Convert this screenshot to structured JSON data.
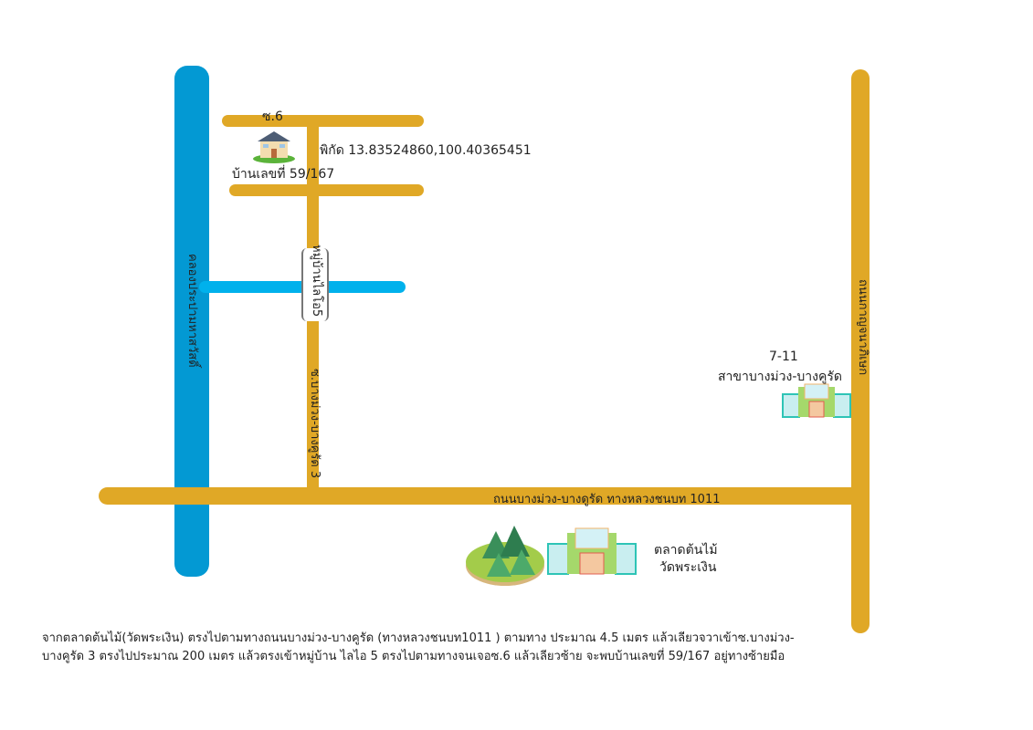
{
  "map": {
    "canal_label": "คลองประปามหาสวัสดิ์",
    "soi6_label": "ซ.6",
    "coordinates_label": "พิกัด 13.83524860,100.40365451",
    "house_label": "บ้านเลขที่ 59/167",
    "village_label": "หมู่บ้านไลโอ5",
    "soi3_label": "ซ.บางม่วง-บางคูรัด 3",
    "main_road_label": "ถนนบางม่วง-บางดูรัด ทางหลวงชนบท 1011",
    "right_road_label": "ถนนกาญจนาภิเษก",
    "store_name": "7-11",
    "store_branch": "สาขาบางม่วง-บางคูรัด",
    "market_line1": "ตลาดต้นไม้",
    "market_line2": "วัดพระเงิน",
    "colors": {
      "canal": "#0399d3",
      "stream": "#00b1ec",
      "road": "#e0a826"
    }
  },
  "directions": {
    "line1": "จากตลาดต้นไม้(วัดพระเงิน) ตรงไปตามทางถนนบางม่วง-บางคูรัด (ทางหลวงชนบท1011 ) ตามทาง ประมาณ 4.5 เมตร แล้วเลียวจวาเข้าซ.บางม่วง-",
    "line2": "บางคูรัด 3 ตรงไปประมาณ 200 เมตร แล้วตรงเข้าหมู่บ้าน ไลไอ 5 ตรงไปตามทางจนเจอซ.6 แล้วเลียวซ้าย จะพบบ้านเลขที่  59/167 อยู่ทางซ้ายมือ"
  }
}
